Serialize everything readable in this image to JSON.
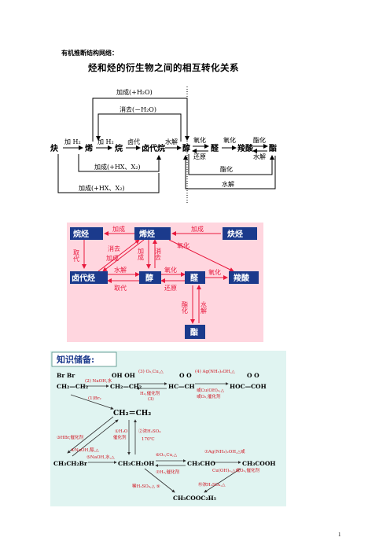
{
  "heading": "有机推断结构网络：",
  "title": "烃和烃的衍生物之间的相互转化关系",
  "page_number": "1",
  "diagram1": {
    "nodes": [
      "炔",
      "烯",
      "烷",
      "卤代烷",
      "醇",
      "醛",
      "羧酸",
      "酯"
    ],
    "top_add_water": "加成(+H₂O)",
    "elim_water": "消去(－H₂O)",
    "add_h2_a": "加 H₂",
    "add_h2_b": "加 H₂",
    "subst": "卤代",
    "hydrolysis": "水解",
    "oxidation_a": "氧化",
    "reduction": "还原",
    "oxidation_b": "氧化",
    "esterify_a": "酯化",
    "hydrolysis_b": "水解",
    "add_hx_a": "加成(+HX、X₂)",
    "add_hx_b": "加成(+HX、X₂)",
    "esterify_b": "酯化",
    "hydrolysis_c": "水解"
  },
  "diagram2": {
    "nodes": {
      "alkane": "烷烃",
      "alkene": "烯烃",
      "alkyne": "炔烃",
      "haloalkane": "卤代烃",
      "alcohol": "醇",
      "aldehyde": "醛",
      "acid": "羧酸",
      "ester": "酯"
    },
    "add_left": "加成",
    "add_right": "加成",
    "subst_a": "取代",
    "elim_diag": "消去",
    "add_diag": "加成",
    "add_vert": "加成",
    "elim_vert": "消去",
    "oxid_diag": "氧化",
    "hydrolysis": "水解",
    "subst_b": "取代",
    "oxid_a": "氧化",
    "reduc": "还原",
    "oxid_b": "氧化",
    "esterify": "酯化",
    "hydro_b": "水解"
  },
  "knowledge": {
    "label": "知识储备:",
    "r1_left": "Br  Br",
    "r1_left_b": "CH₂—CH₂",
    "r1_naoh": "(2) NaOH,水",
    "r1_mid": "OH  OH",
    "r1_mid_b": "CH₂—CH₂",
    "r1_c3": "(3) O₂,Cu,△",
    "r1_h2": "H₂,催化剂",
    "r1_c3b": "(3)",
    "r1_ald": "O  O",
    "r1_ald_b": "HC—CH",
    "r1_c4": "(4) Ag(NH₃)₂OH,△",
    "r1_cu": "或Cu(OH)₂,△",
    "r1_o2": "或O₂,催化剂",
    "r1_acid": "O  O",
    "r1_acid_b": "HOC—COH",
    "r1_br2": "(1)Br₂",
    "ethene": "CH₂＝CH₂",
    "hbr": "③HBr,催化剂",
    "naoh_alc": "④NaOH,醇,△",
    "h2o": "①H₂O",
    "cat": "催化剂",
    "conc_h2so4": "②浓H₂SO₄",
    "temp": "170℃",
    "r3_bromo": "CH₃CH₂Br",
    "r3_naoh": "⑤NaOH,水,△",
    "r3_alc": "CH₃CH₂OH",
    "r3_o2": "⑥O₂,Cu,△",
    "r3_h2": "⑦H₂,催化剂",
    "r3_ald": "CH₃CHO",
    "r3_ag": "⑦Ag(NH₃)₂OH,△或",
    "r3_cuoh": "Cu(OH)₂,△或O₂,催化剂",
    "r3_acid": "CH₃COOH",
    "dil_h2so4": "稀H₂SO₄,△ ⑨",
    "conc2": "⑩浓H₂SO₄,△",
    "ester": "CH₃COOC₂H₅"
  }
}
